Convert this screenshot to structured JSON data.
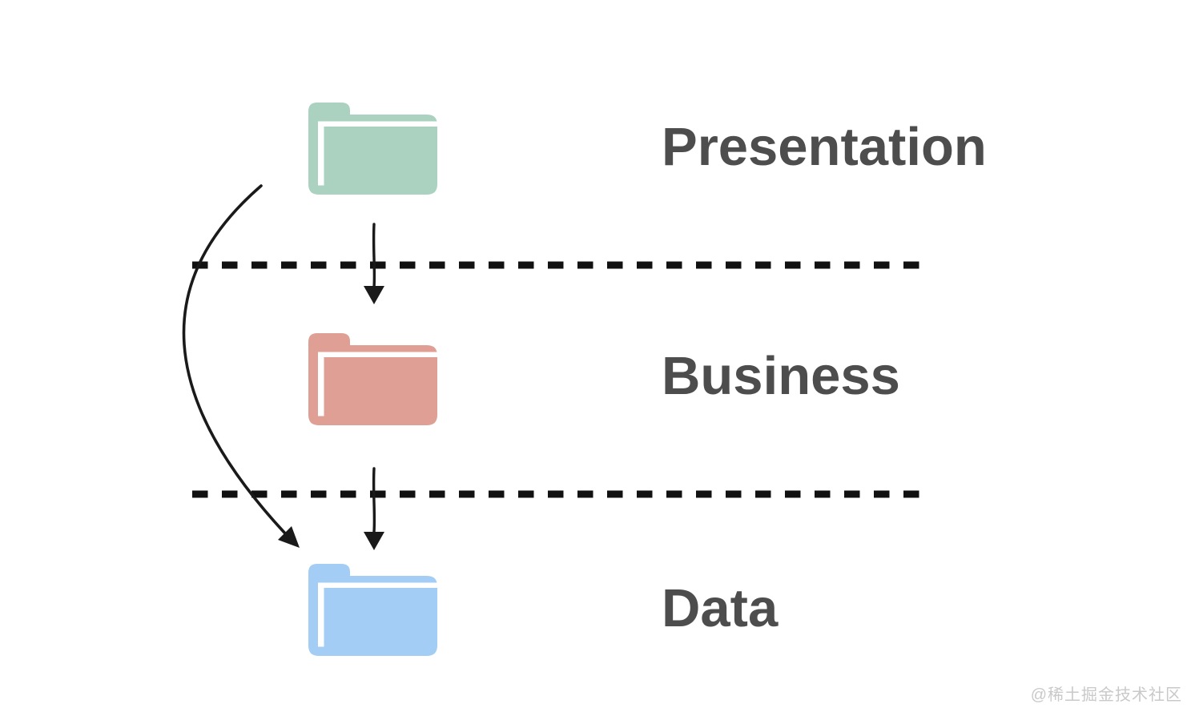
{
  "diagram": {
    "type": "layered-architecture",
    "layers": [
      {
        "id": "presentation",
        "label": "Presentation",
        "folder_color": "#abd2c0"
      },
      {
        "id": "business",
        "label": "Business",
        "folder_color": "#df9f94"
      },
      {
        "id": "data",
        "label": "Data",
        "folder_color": "#a3cdf5"
      }
    ],
    "connections": [
      {
        "from": "Presentation",
        "to": "Business",
        "style": "straight-arrow"
      },
      {
        "from": "Business",
        "to": "Data",
        "style": "straight-arrow"
      },
      {
        "from": "Presentation",
        "to": "Data",
        "style": "curved-bypass-arrow"
      }
    ],
    "separator_count": 2,
    "colors": {
      "arrow": "#1a1a1a",
      "separator": "#111111",
      "label_text": "#4d4d4d",
      "fold_line": "#ffffff"
    }
  },
  "watermark": {
    "text": "@稀土掘金技术社区",
    "color": "#c9c9c9"
  }
}
